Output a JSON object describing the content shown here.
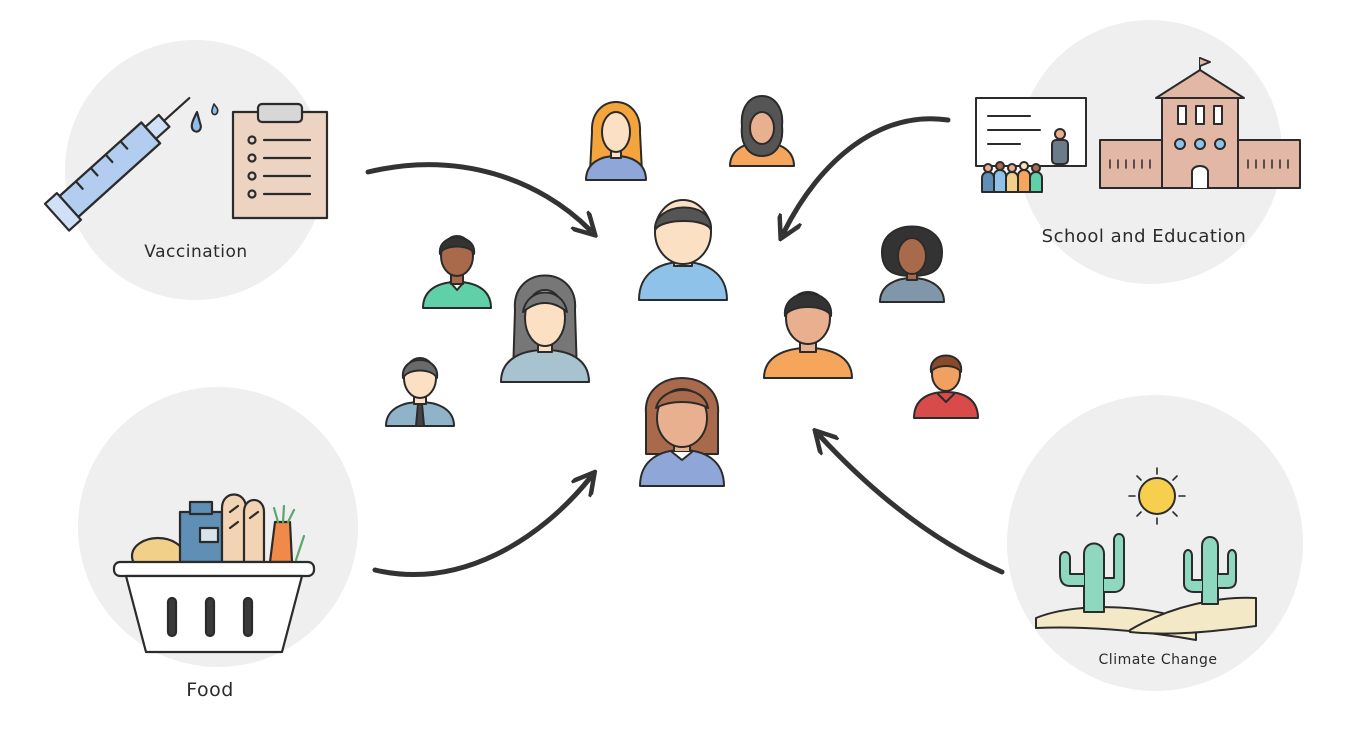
{
  "topics": {
    "vaccination": "Vaccination",
    "school": "School and Education",
    "food": "Food",
    "climate": "Climate Change"
  },
  "colors": {
    "circle_bg": "#efefef",
    "stroke": "#2b2b2b",
    "arrow": "#333333",
    "skin_light": "#fbe0c4",
    "skin_tan": "#e9b08f",
    "skin_dark": "#a9694b",
    "shirt_blue": "#8fc2e8",
    "shirt_teal": "#5fd0a8",
    "shirt_orange": "#f5a55c",
    "shirt_red": "#d94a4a",
    "cactus": "#8ed8c0",
    "sun": "#f7cf4f",
    "sand": "#f3e9c6",
    "building": "#e3b7a6"
  }
}
